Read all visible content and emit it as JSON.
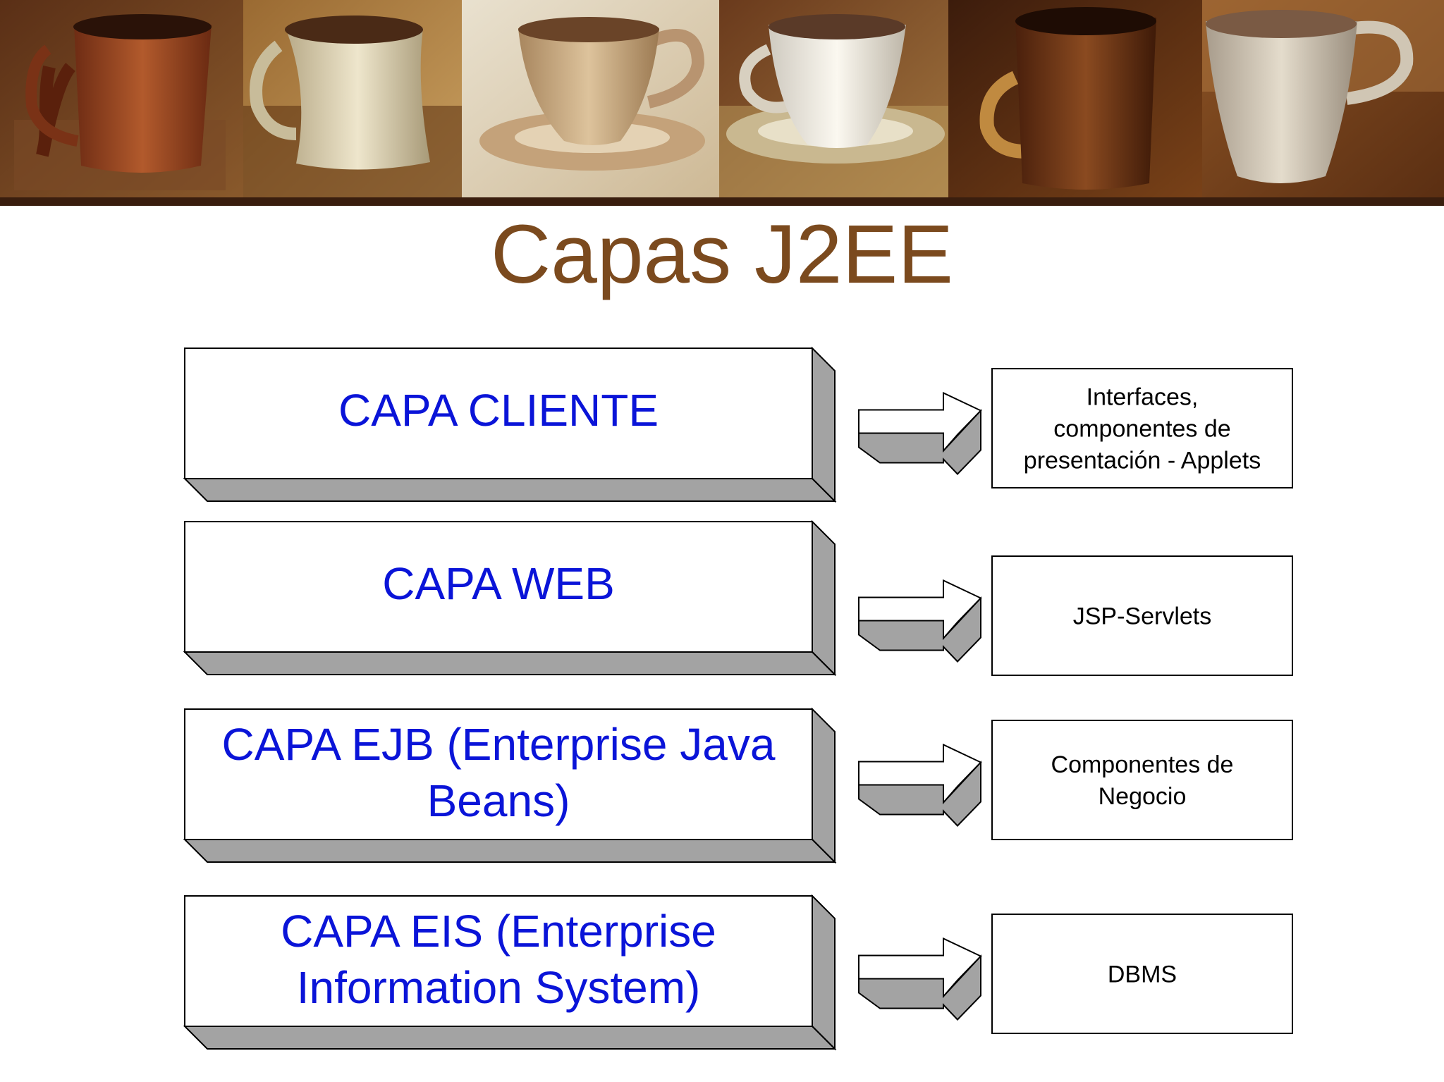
{
  "title": "Capas J2EE",
  "colors": {
    "title": "#7b4a1e",
    "layer_text": "#0a14d8",
    "box_fill": "#ffffff",
    "shade_fill": "#a3a3a3",
    "arrow_fill": "#a3a3a3",
    "stroke": "#000000"
  },
  "layers": [
    {
      "label_lines": [
        "CAPA CLIENTE"
      ],
      "description_lines": [
        "Interfaces,",
        "componentes de",
        "presentación - Applets"
      ]
    },
    {
      "label_lines": [
        "CAPA WEB"
      ],
      "description_lines": [
        "JSP-Servlets"
      ]
    },
    {
      "label_lines": [
        "CAPA EJB (Enterprise Java",
        "Beans)"
      ],
      "description_lines": [
        "Componentes de",
        "Negocio"
      ]
    },
    {
      "label_lines": [
        "CAPA EIS (Enterprise",
        "Information System)"
      ],
      "description_lines": [
        "DBMS"
      ]
    }
  ]
}
